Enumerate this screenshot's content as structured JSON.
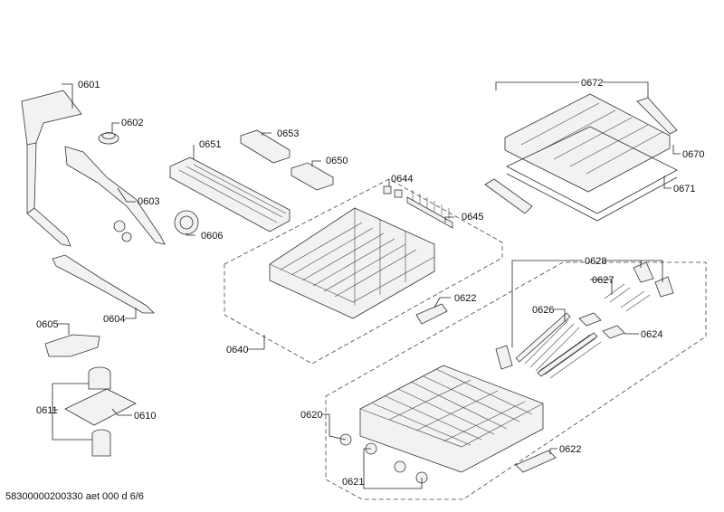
{
  "labels": {
    "p0601": "0601",
    "p0602": "0602",
    "p0651": "0651",
    "p0653": "0653",
    "p0650": "0650",
    "p0603": "0603",
    "p0606": "0606",
    "p0644": "0644",
    "p0645": "0645",
    "p0672": "0672",
    "p0670": "0670",
    "p0671": "0671",
    "p0604": "0604",
    "p0605": "0605",
    "p0611": "0611",
    "p0610": "0610",
    "p0640": "0640",
    "p0622a": "0622",
    "p0628": "0628",
    "p0627": "0627",
    "p0626": "0626",
    "p0624": "0624",
    "p0620": "0620",
    "p0621": "0621",
    "p0622b": "0622"
  },
  "footer": "58300000200330 aet 000 d 6/6"
}
